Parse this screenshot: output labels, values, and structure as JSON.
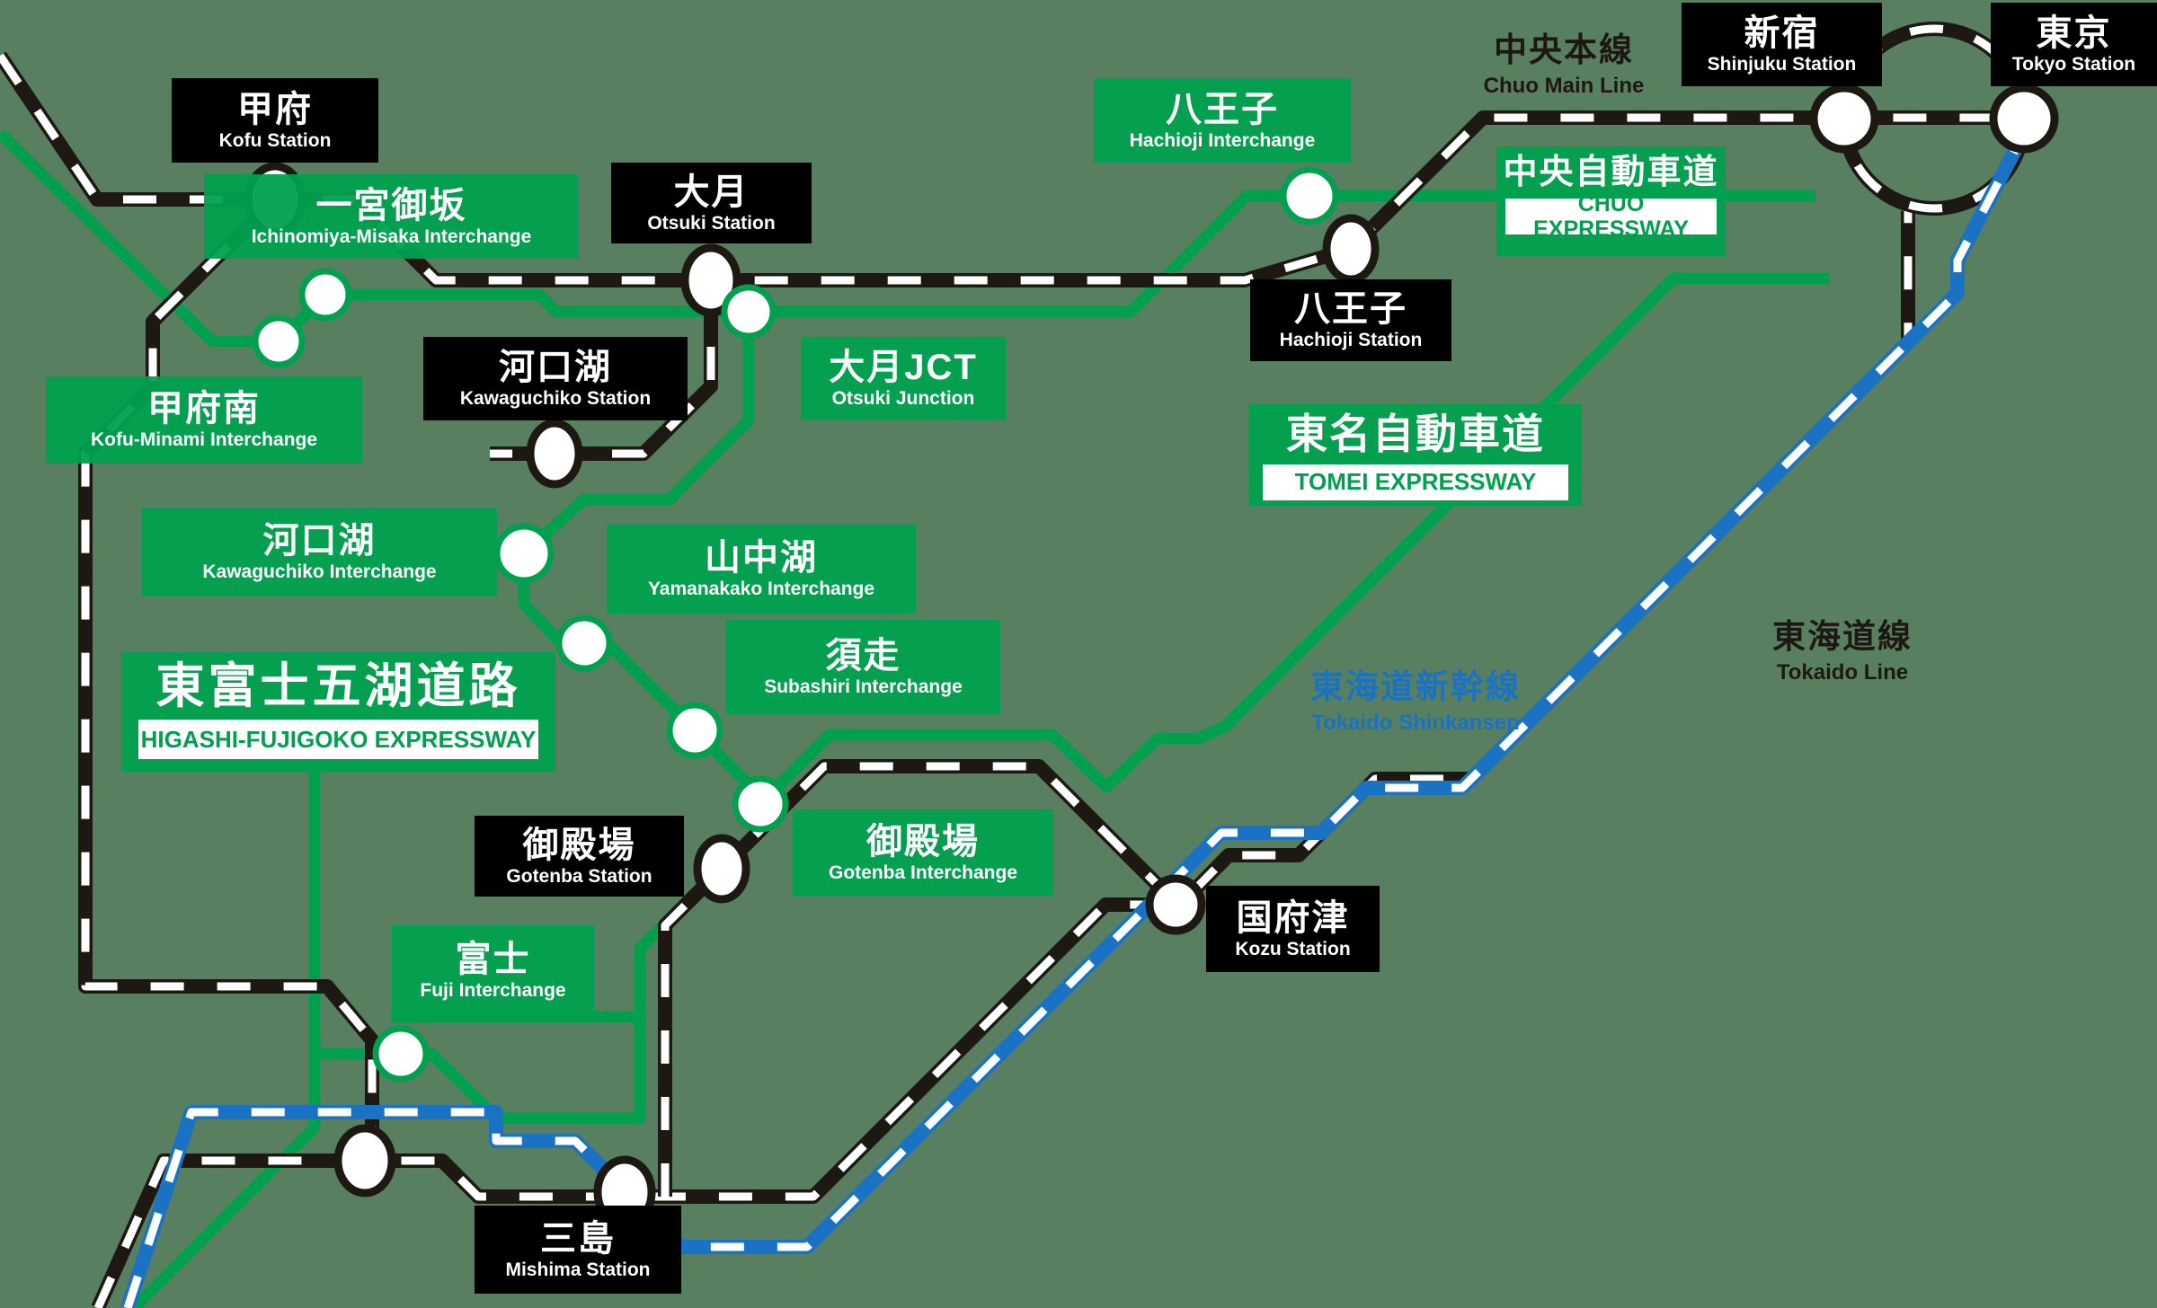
{
  "background_color": "#588060",
  "colors": {
    "expressway_green": "#00A04E",
    "railway_black": "#1E1813",
    "shinkansen_blue": "#1A72C4",
    "station_label_bg": "#000000",
    "label_text": "#FFFFFF"
  },
  "stations": [
    {
      "jp": "甲府",
      "en": "Kofu Station"
    },
    {
      "jp": "大月",
      "en": "Otsuki Station"
    },
    {
      "jp": "八王子",
      "en": "Hachioji Station"
    },
    {
      "jp": "新宿",
      "en": "Shinjuku Station"
    },
    {
      "jp": "東京",
      "en": "Tokyo Station"
    },
    {
      "jp": "河口湖",
      "en": "Kawaguchiko Station"
    },
    {
      "jp": "御殿場",
      "en": "Gotenba Station"
    },
    {
      "jp": "国府津",
      "en": "Kozu Station"
    },
    {
      "jp": "三島",
      "en": "Mishima Station"
    }
  ],
  "interchanges": [
    {
      "jp": "一宮御坂",
      "en": "Ichinomiya-Misaka Interchange"
    },
    {
      "jp": "甲府南",
      "en": "Kofu-Minami Interchange"
    },
    {
      "jp": "八王子",
      "en": "Hachioji Interchange"
    },
    {
      "jp": "大月JCT",
      "en": "Otsuki Junction"
    },
    {
      "jp": "河口湖",
      "en": "Kawaguchiko Interchange"
    },
    {
      "jp": "山中湖",
      "en": "Yamanakako Interchange"
    },
    {
      "jp": "須走",
      "en": "Subashiri Interchange"
    },
    {
      "jp": "御殿場",
      "en": "Gotenba Interchange"
    },
    {
      "jp": "富士",
      "en": "Fuji Interchange"
    }
  ],
  "expressways": [
    {
      "jp": "中央自動車道",
      "en": "CHUO EXPRESSWAY"
    },
    {
      "jp": "東名自動車道",
      "en": "TOMEI EXPRESSWAY"
    },
    {
      "jp": "東富士五湖道路",
      "en": "HIGASHI-FUJIGOKO EXPRESSWAY"
    }
  ],
  "lines": [
    {
      "jp": "中央本線",
      "en": "Chuo Main Line",
      "color": "#1E1813"
    },
    {
      "jp": "東海道線",
      "en": "Tokaido Line",
      "color": "#1E1813"
    },
    {
      "jp": "東海道新幹線",
      "en": "Tokaido Shinkansen",
      "color": "#1A72C4"
    }
  ]
}
